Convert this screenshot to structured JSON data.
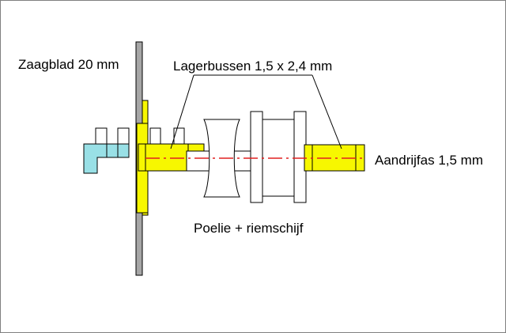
{
  "labels": {
    "saw_blade": "Zaagblad 20 mm",
    "bearings": "Lagerbussen 1,5 x 2,4 mm",
    "drive_shaft": "Aandrijfas 1,5 mm",
    "pulley": "Poelie + riemschijf"
  },
  "colors": {
    "background": "#ffffff",
    "frame": "#808080",
    "blade": "#a6a6a6",
    "bushing": "#f7f700",
    "cyan": "#99e0e6",
    "centerline": "#e02020",
    "outline": "#000000"
  }
}
